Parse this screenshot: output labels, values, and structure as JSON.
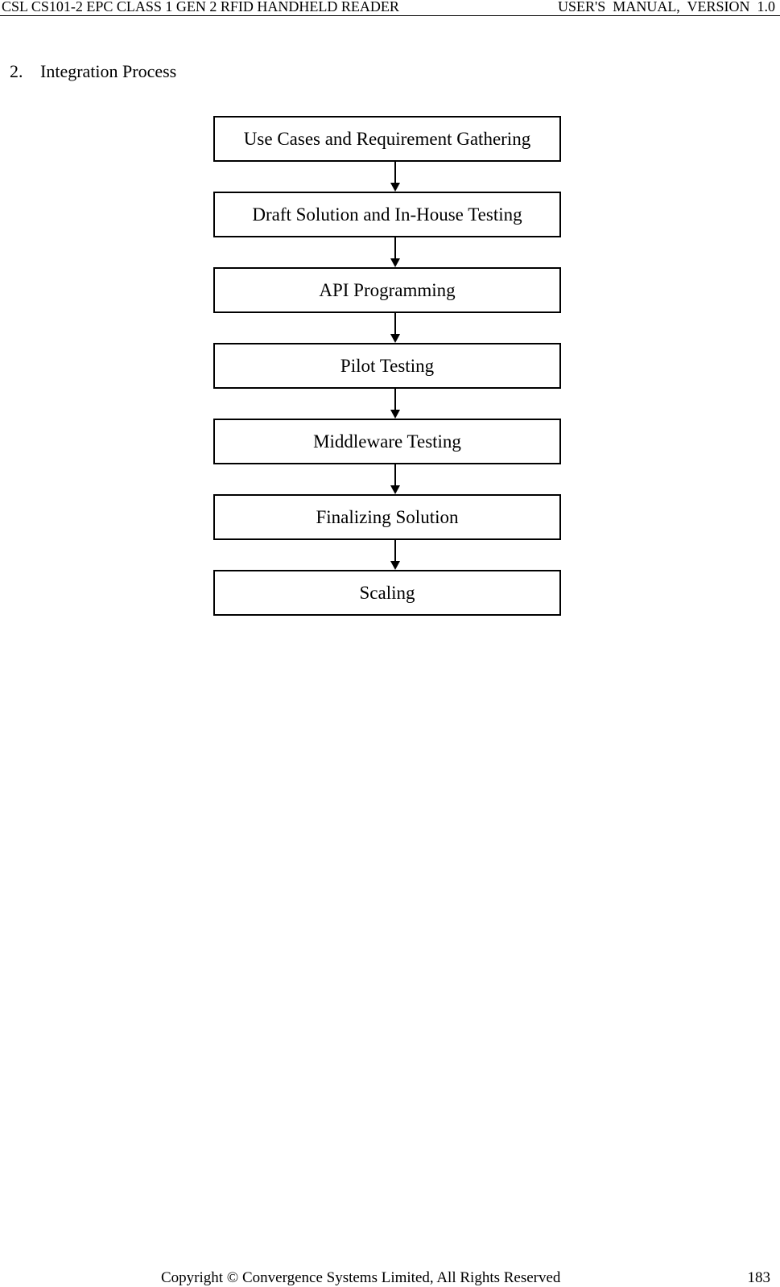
{
  "header": {
    "left": "CSL CS101-2 EPC CLASS 1 GEN 2 RFID HANDHELD READER",
    "right": "USER'S  MANUAL,  VERSION  1.0"
  },
  "section": {
    "number": "2.",
    "title": "Integration Process"
  },
  "flowchart": {
    "steps": [
      "Use Cases and Requirement Gathering",
      "Draft Solution and In-House Testing",
      "API Programming",
      "Pilot Testing",
      "Middleware Testing",
      "Finalizing Solution",
      "Scaling"
    ]
  },
  "footer": {
    "copyright": "Copyright © Convergence Systems Limited, All Rights Reserved",
    "page_number": "183"
  }
}
